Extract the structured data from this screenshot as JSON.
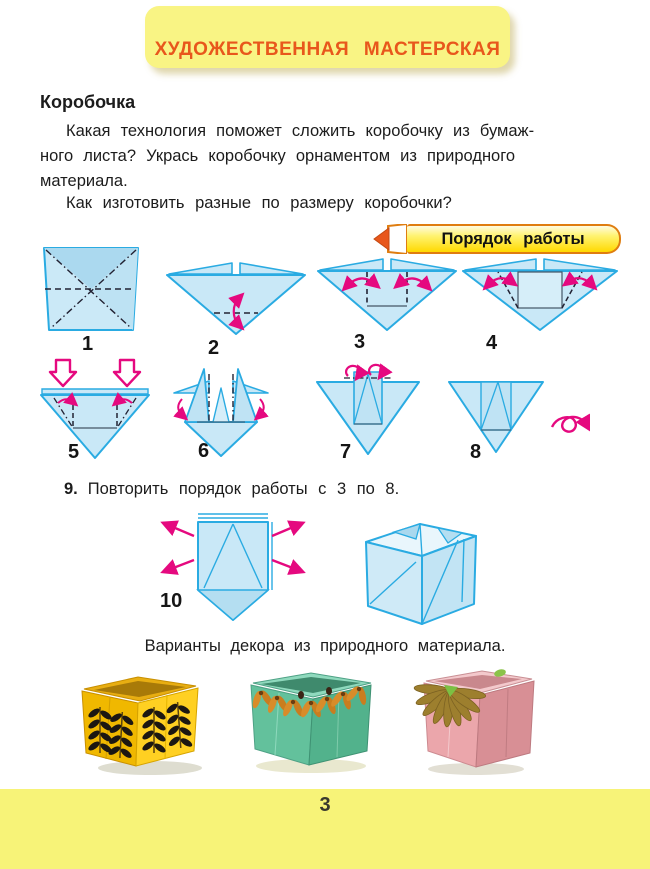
{
  "banner": {
    "label": "ХУДОЖЕСТВЕННАЯ  МАСТЕРСКАЯ"
  },
  "title": "Коробочка",
  "intro": {
    "line1": "Какая  технология  поможет  сложить  коробочку  из  бумаж-",
    "line2": "ного  листа?  Укрась  коробочку  орнаментом  из  природного",
    "line3": "материала.",
    "question": "Как  изготовить  разные  по  размеру  коробочки?"
  },
  "work_order": {
    "label": "Порядок  работы"
  },
  "steps": {
    "labels": [
      "1",
      "2",
      "3",
      "4",
      "5",
      "6",
      "7",
      "8"
    ],
    "step9": {
      "number": "9.",
      "text": "Повторить  порядок  работы  с  3  по  8."
    },
    "step10_label": "10"
  },
  "decor_caption": "Варианты  декора  из  природного  материала.",
  "photos": {
    "photo1": "yellow-box-with-black-seed-ornament",
    "photo2": "green-box-with-maple-seed-ornament",
    "photo3": "pink-box-with-dried-petal-ornament"
  },
  "footer": {
    "page_number": "3"
  },
  "colors": {
    "banner_bg": "#f9f484",
    "banner_text": "#e8571c",
    "diagram_stroke": "#2aabe2",
    "diagram_fill": "#c9e8f7",
    "arrow_pink": "#e5097f",
    "footer_bg": "#f7f378"
  }
}
